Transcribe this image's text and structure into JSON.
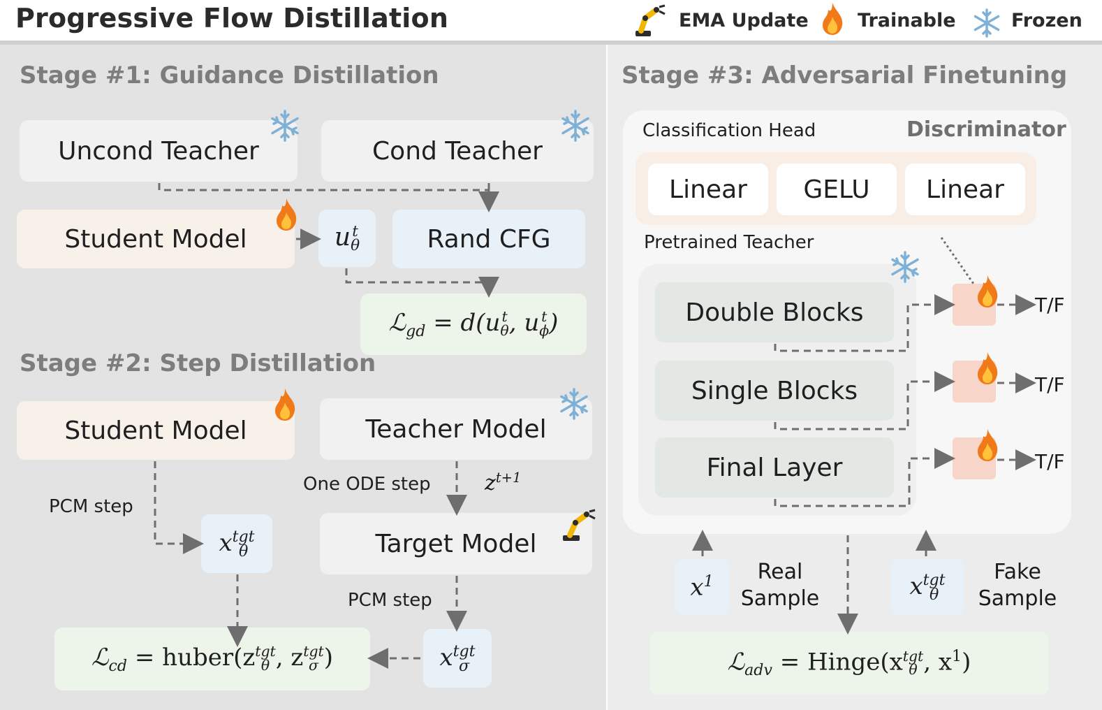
{
  "title": "Progressive Flow Distillation",
  "legend": {
    "ema": "EMA Update",
    "trainable": "Trainable",
    "frozen": "Frozen"
  },
  "stage1": {
    "title": "Stage #1: Guidance Distillation",
    "uncond": "Uncond Teacher",
    "cond": "Cond Teacher",
    "student": "Student Model",
    "u_theta": "u",
    "u_sup": "t",
    "u_sub": "θ",
    "rand_cfg": "Rand CFG",
    "loss_L": "ℒ",
    "loss_sub": "gd",
    "loss_rhs": " = d(u",
    "loss_t1": "t",
    "loss_th": "θ",
    "loss_mid": ", u",
    "loss_t2": "t",
    "loss_phi": "ϕ",
    "loss_end": ")"
  },
  "stage2": {
    "title": "Stage #2: Step Distillation",
    "student": "Student Model",
    "teacher": "Teacher Model",
    "target": "Target Model",
    "pcm_step_left": "PCM step",
    "pcm_step_right": "PCM step",
    "ode_step": "One ODE step",
    "z_t1": "z",
    "z_t1_sup": "t+1",
    "x": "x",
    "x_sup": "tgt",
    "x_theta_sub": "θ",
    "x_sigma_sub": "σ",
    "loss_L": "ℒ",
    "loss_sub": "cd",
    "loss_rhs": " = huber(z",
    "loss_sup1": "tgt",
    "loss_sub1": "θ",
    "loss_mid": ", z",
    "loss_sup2": "tgt",
    "loss_sub2": "σ",
    "loss_end": ")"
  },
  "stage3": {
    "title": "Stage #3: Adversarial Finetuning",
    "discriminator": "Discriminator",
    "cls_head": "Classification Head",
    "linear1": "Linear",
    "gelu": "GELU",
    "linear2": "Linear",
    "pretrained": "Pretrained Teacher",
    "double": "Double Blocks",
    "single": "Single Blocks",
    "final": "Final Layer",
    "tf1": "T/F",
    "tf2": "T/F",
    "tf3": "T/F",
    "x1": "x",
    "x1_sup": "1",
    "real": "Real\nSample",
    "real_l1": "Real",
    "real_l2": "Sample",
    "fake_l1": "Fake",
    "fake_l2": "Sample",
    "xf": "x",
    "xf_sup": "tgt",
    "xf_sub": "θ",
    "loss_L": "ℒ",
    "loss_sub": "adv",
    "loss_rhs": " = Hinge(x",
    "loss_sup1": "tgt",
    "loss_sub1": "θ",
    "loss_mid": ", x",
    "loss_sup2": "1",
    "loss_end": ")"
  },
  "colors": {
    "arrow": "#6e6e6e",
    "snowflake": "#7fb0d6",
    "flame_outer": "#f07a1a",
    "flame_inner": "#ffc23a",
    "robot": "#f2b705"
  },
  "icons": [
    "robot-arm-icon",
    "flame-icon",
    "snowflake-icon"
  ]
}
